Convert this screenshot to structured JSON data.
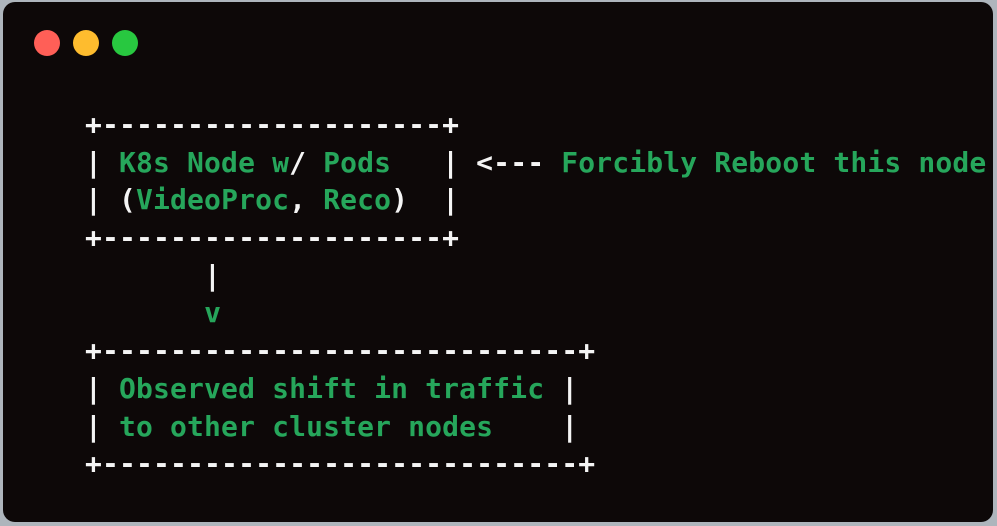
{
  "window": {
    "background": "#0d0808",
    "outer_background": "#aeb5bc",
    "traffic_lights": [
      {
        "name": "close-button",
        "color": "#ff5f57"
      },
      {
        "name": "minimize-button",
        "color": "#febc2e"
      },
      {
        "name": "zoom-button",
        "color": "#28c840"
      }
    ]
  },
  "palette": {
    "text_green": "#26a65b",
    "text_white": "#f4f4f4"
  },
  "diagram": {
    "rows": [
      [
        {
          "text": "+--------------------+",
          "color": "white"
        }
      ],
      [
        {
          "text": "| ",
          "color": "white"
        },
        {
          "text": "K8s Node w",
          "color": "green"
        },
        {
          "text": "/ ",
          "color": "white"
        },
        {
          "text": "Pods",
          "color": "green"
        },
        {
          "text": "   | <--- ",
          "color": "white"
        },
        {
          "text": "Forcibly Reboot this node",
          "color": "green"
        }
      ],
      [
        {
          "text": "| (",
          "color": "white"
        },
        {
          "text": "VideoProc",
          "color": "green"
        },
        {
          "text": ", ",
          "color": "white"
        },
        {
          "text": "Reco",
          "color": "green"
        },
        {
          "text": ")  |",
          "color": "white"
        }
      ],
      [
        {
          "text": "+--------------------+",
          "color": "white"
        }
      ],
      [
        {
          "text": "       |",
          "color": "white"
        }
      ],
      [
        {
          "text": "       ",
          "color": "white"
        },
        {
          "text": "v",
          "color": "green"
        }
      ],
      [
        {
          "text": "+----------------------------+",
          "color": "white"
        }
      ],
      [
        {
          "text": "| ",
          "color": "white"
        },
        {
          "text": "Observed shift in traffic",
          "color": "green"
        },
        {
          "text": " |",
          "color": "white"
        }
      ],
      [
        {
          "text": "| ",
          "color": "white"
        },
        {
          "text": "to other cluster nodes",
          "color": "green"
        },
        {
          "text": "    |",
          "color": "white"
        }
      ],
      [
        {
          "text": "+----------------------------+",
          "color": "white"
        }
      ]
    ]
  }
}
